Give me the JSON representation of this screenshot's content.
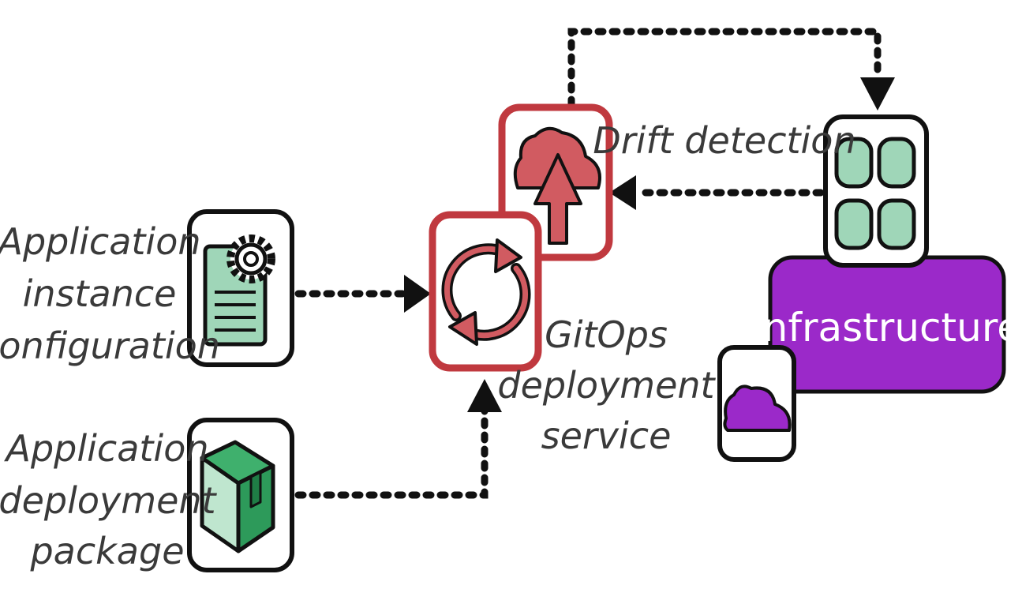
{
  "labels": {
    "app_config": [
      "Application",
      "instance",
      "configuration"
    ],
    "app_package": [
      "Application",
      "deployment",
      "package"
    ],
    "gitops": [
      "GitOps",
      "deployment",
      "service"
    ],
    "drift": "Drift detection",
    "infrastructure": "Infrastructure"
  },
  "colors": {
    "accent_red": "#c0393f",
    "cloud_red": "#d15b61",
    "green_fill": "#9fd6b8",
    "green_dark": "#2d9a5a",
    "purple": "#9b29c9",
    "outline": "#111111"
  },
  "icons": {
    "config": "document-gear-icon",
    "package": "package-box-icon",
    "sync": "sync-arrows-icon",
    "upload": "cloud-upload-icon",
    "grid": "grid-apps-icon",
    "cloud": "cloud-icon"
  }
}
